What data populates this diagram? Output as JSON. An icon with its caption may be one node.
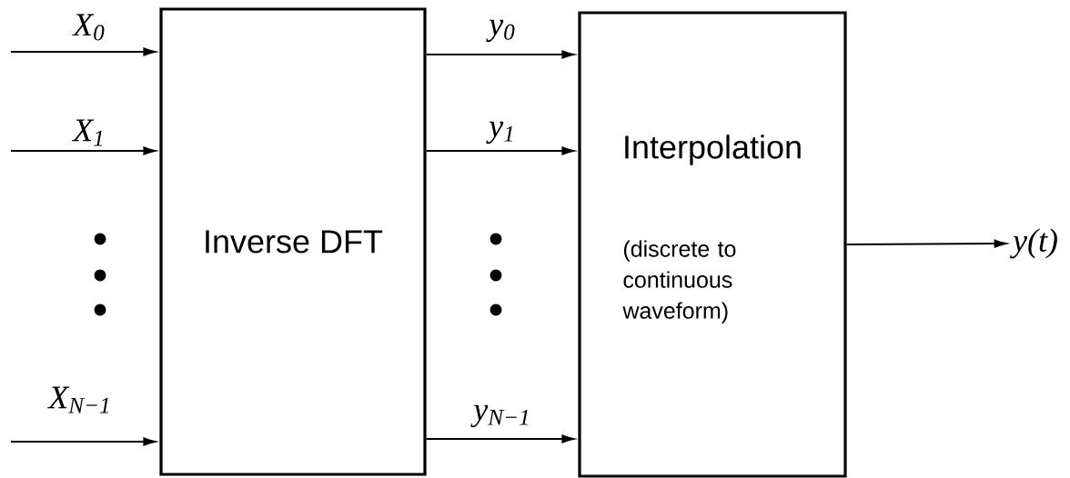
{
  "diagram": {
    "nodes": [
      {
        "text": [
          "Inverse DFT"
        ]
      },
      {
        "text": [
          "Interpolation",
          "(discrete to continuous waveform)"
        ]
      },
      {
        "text": [
          "y(t)"
        ]
      }
    ],
    "edges": [
      {
        "from": null,
        "to": 0,
        "arrow": "to",
        "label": "X$_{0}$"
      },
      {
        "from": null,
        "to": 0,
        "arrow": "to",
        "label": "X$_{1}$"
      },
      {
        "from": null,
        "to": 0,
        "arrow": "to",
        "label": "X$_{N−1}$"
      },
      {
        "from": 0,
        "to": 1,
        "arrow": "to",
        "label": "y$_{0}$"
      },
      {
        "from": 0,
        "to": 1,
        "arrow": "to",
        "label": "y$_{1}$"
      },
      {
        "from": 0,
        "to": 1,
        "arrow": "to",
        "label": "y$_{N−1}$"
      },
      {
        "from": 1,
        "to": 2,
        "arrow": "to"
      }
    ]
  }
}
